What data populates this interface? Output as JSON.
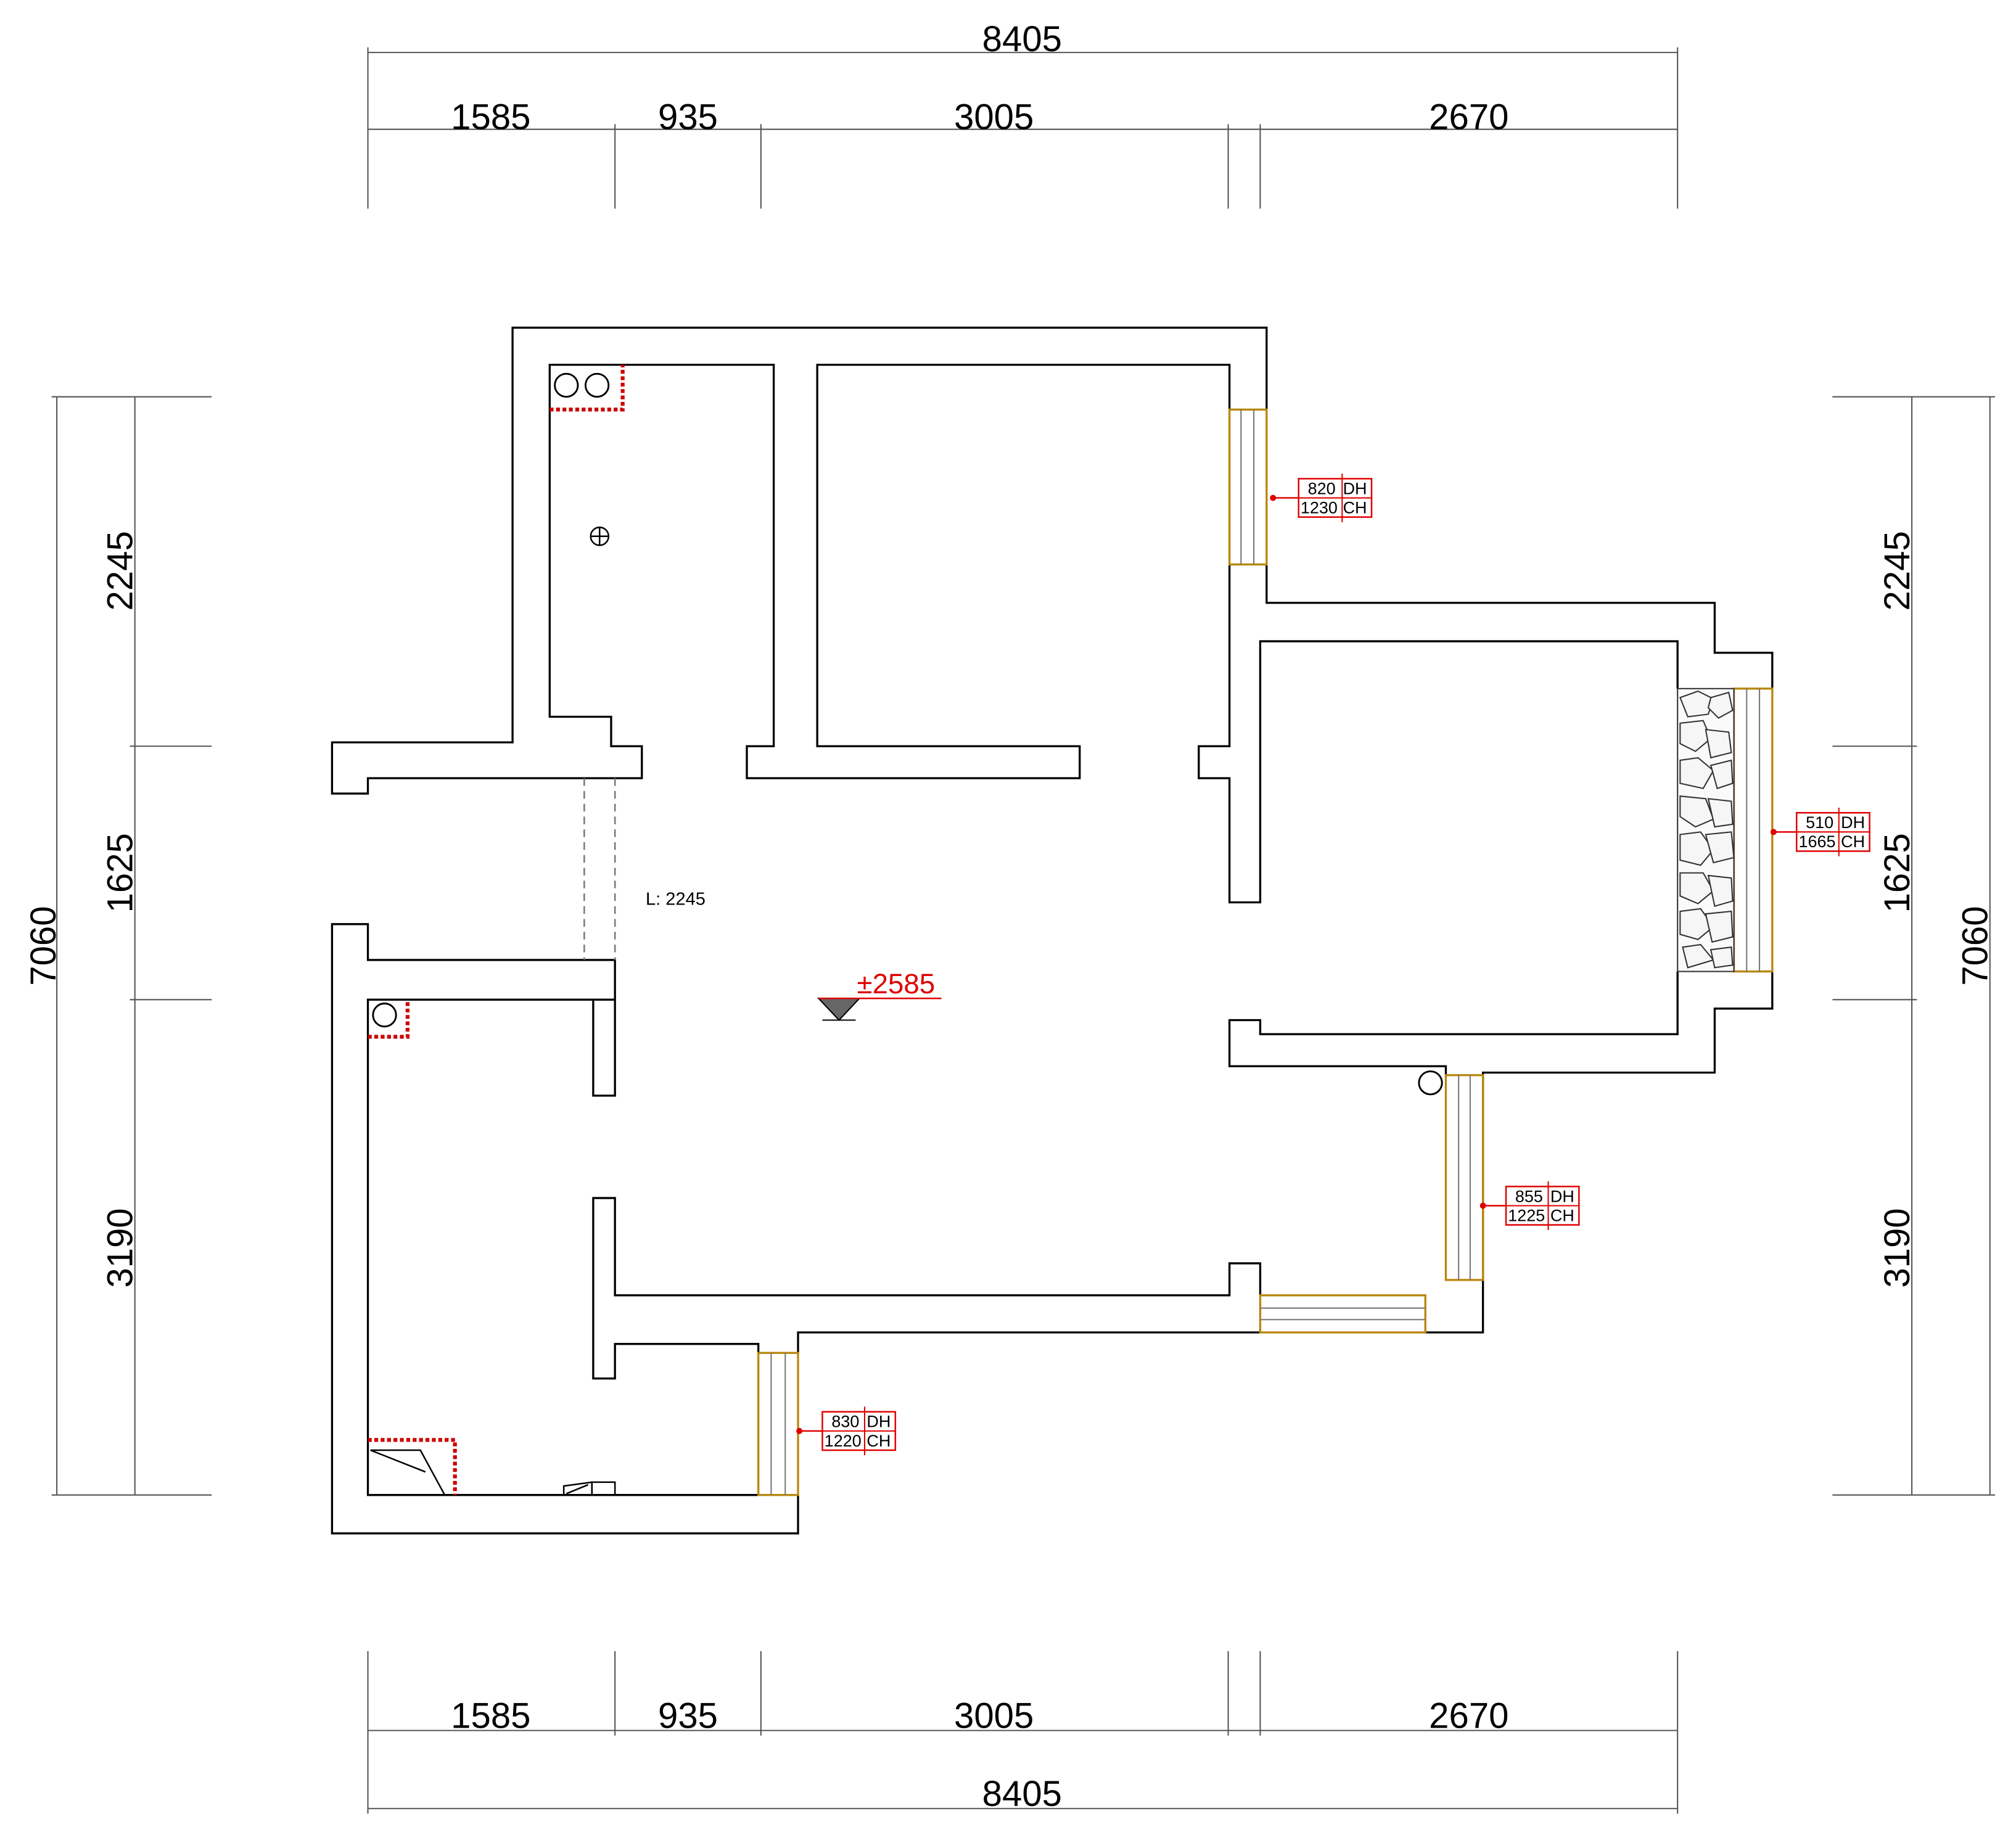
{
  "dimensions": {
    "top_total": "8405",
    "top_segments": [
      "1585",
      "935",
      "3005",
      "2670"
    ],
    "bottom_total": "8405",
    "bottom_segments": [
      "1585",
      "935",
      "3005",
      "2670"
    ],
    "left_total": "7060",
    "left_segments": [
      "2245",
      "1625",
      "3190"
    ],
    "right_total": "7060",
    "right_segments": [
      "2245",
      "1625",
      "3190"
    ]
  },
  "window_tags": [
    {
      "dh": "820",
      "ch": "1230"
    },
    {
      "dh": "510",
      "ch": "1665"
    },
    {
      "dh": "855",
      "ch": "1225"
    },
    {
      "dh": "830",
      "ch": "1220"
    }
  ],
  "labels": {
    "length_label": "L: 2245",
    "elevation": "±2585",
    "dh_suffix": "DH",
    "ch_suffix": "CH"
  },
  "colors": {
    "wall": "#000000",
    "window_frame": "#b8860b",
    "tag_red": "#e00000",
    "dimension_line": "#555555"
  }
}
